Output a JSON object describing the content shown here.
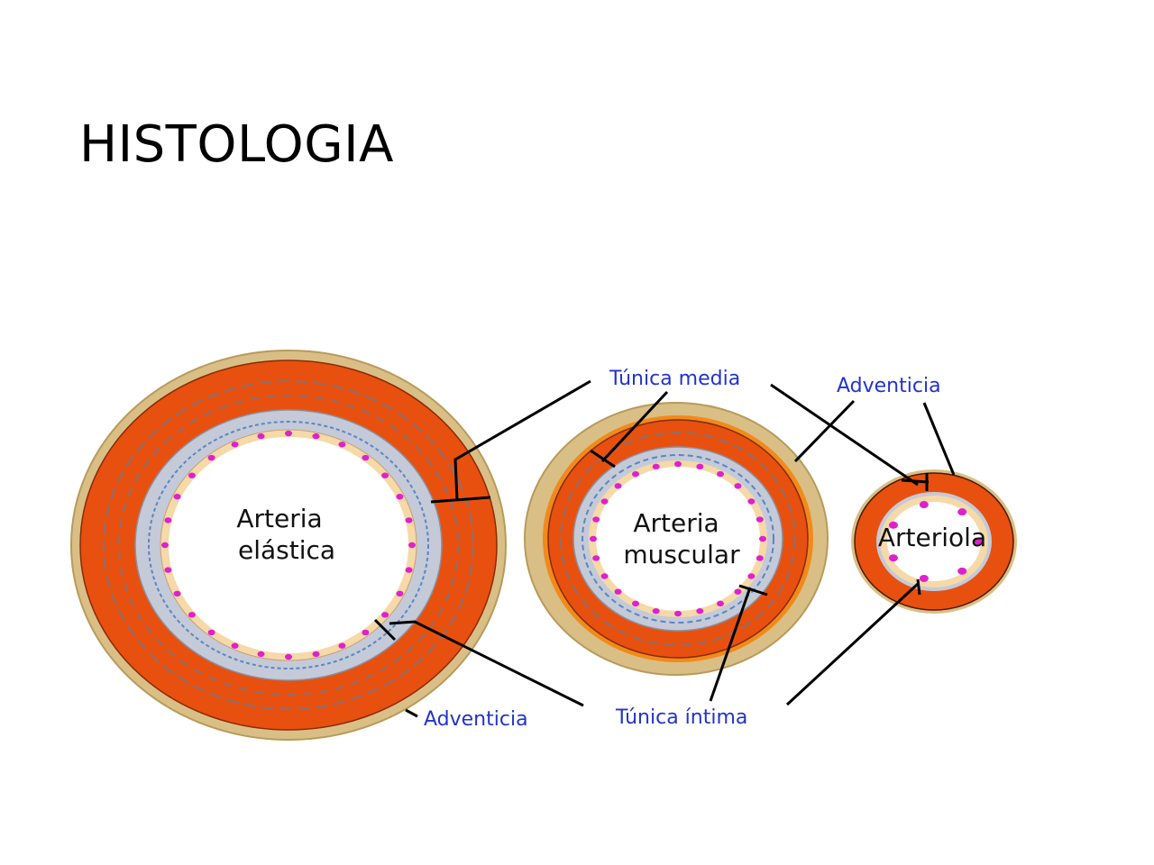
{
  "slide": {
    "title": "HISTOLOGIA"
  },
  "diagram": {
    "vessels": [
      {
        "name_line1": "Arteria",
        "name_line2": "elástica"
      },
      {
        "name_line1": "Arteria",
        "name_line2": "muscular"
      },
      {
        "name_line1": "Arteriola"
      }
    ],
    "labels": {
      "tunica_media": "Túnica media",
      "adventicia_top": "Adventicia",
      "tunica_intima": "Túnica íntima",
      "adventicia_bottom": "Adventicia"
    },
    "colors": {
      "adventitia": "#d9bf86",
      "media": "#e8500f",
      "intima": "#c4cad8",
      "endothelium": "#f6d9a8",
      "nuclei": "#dd22cc",
      "label": "#2233cc"
    }
  }
}
